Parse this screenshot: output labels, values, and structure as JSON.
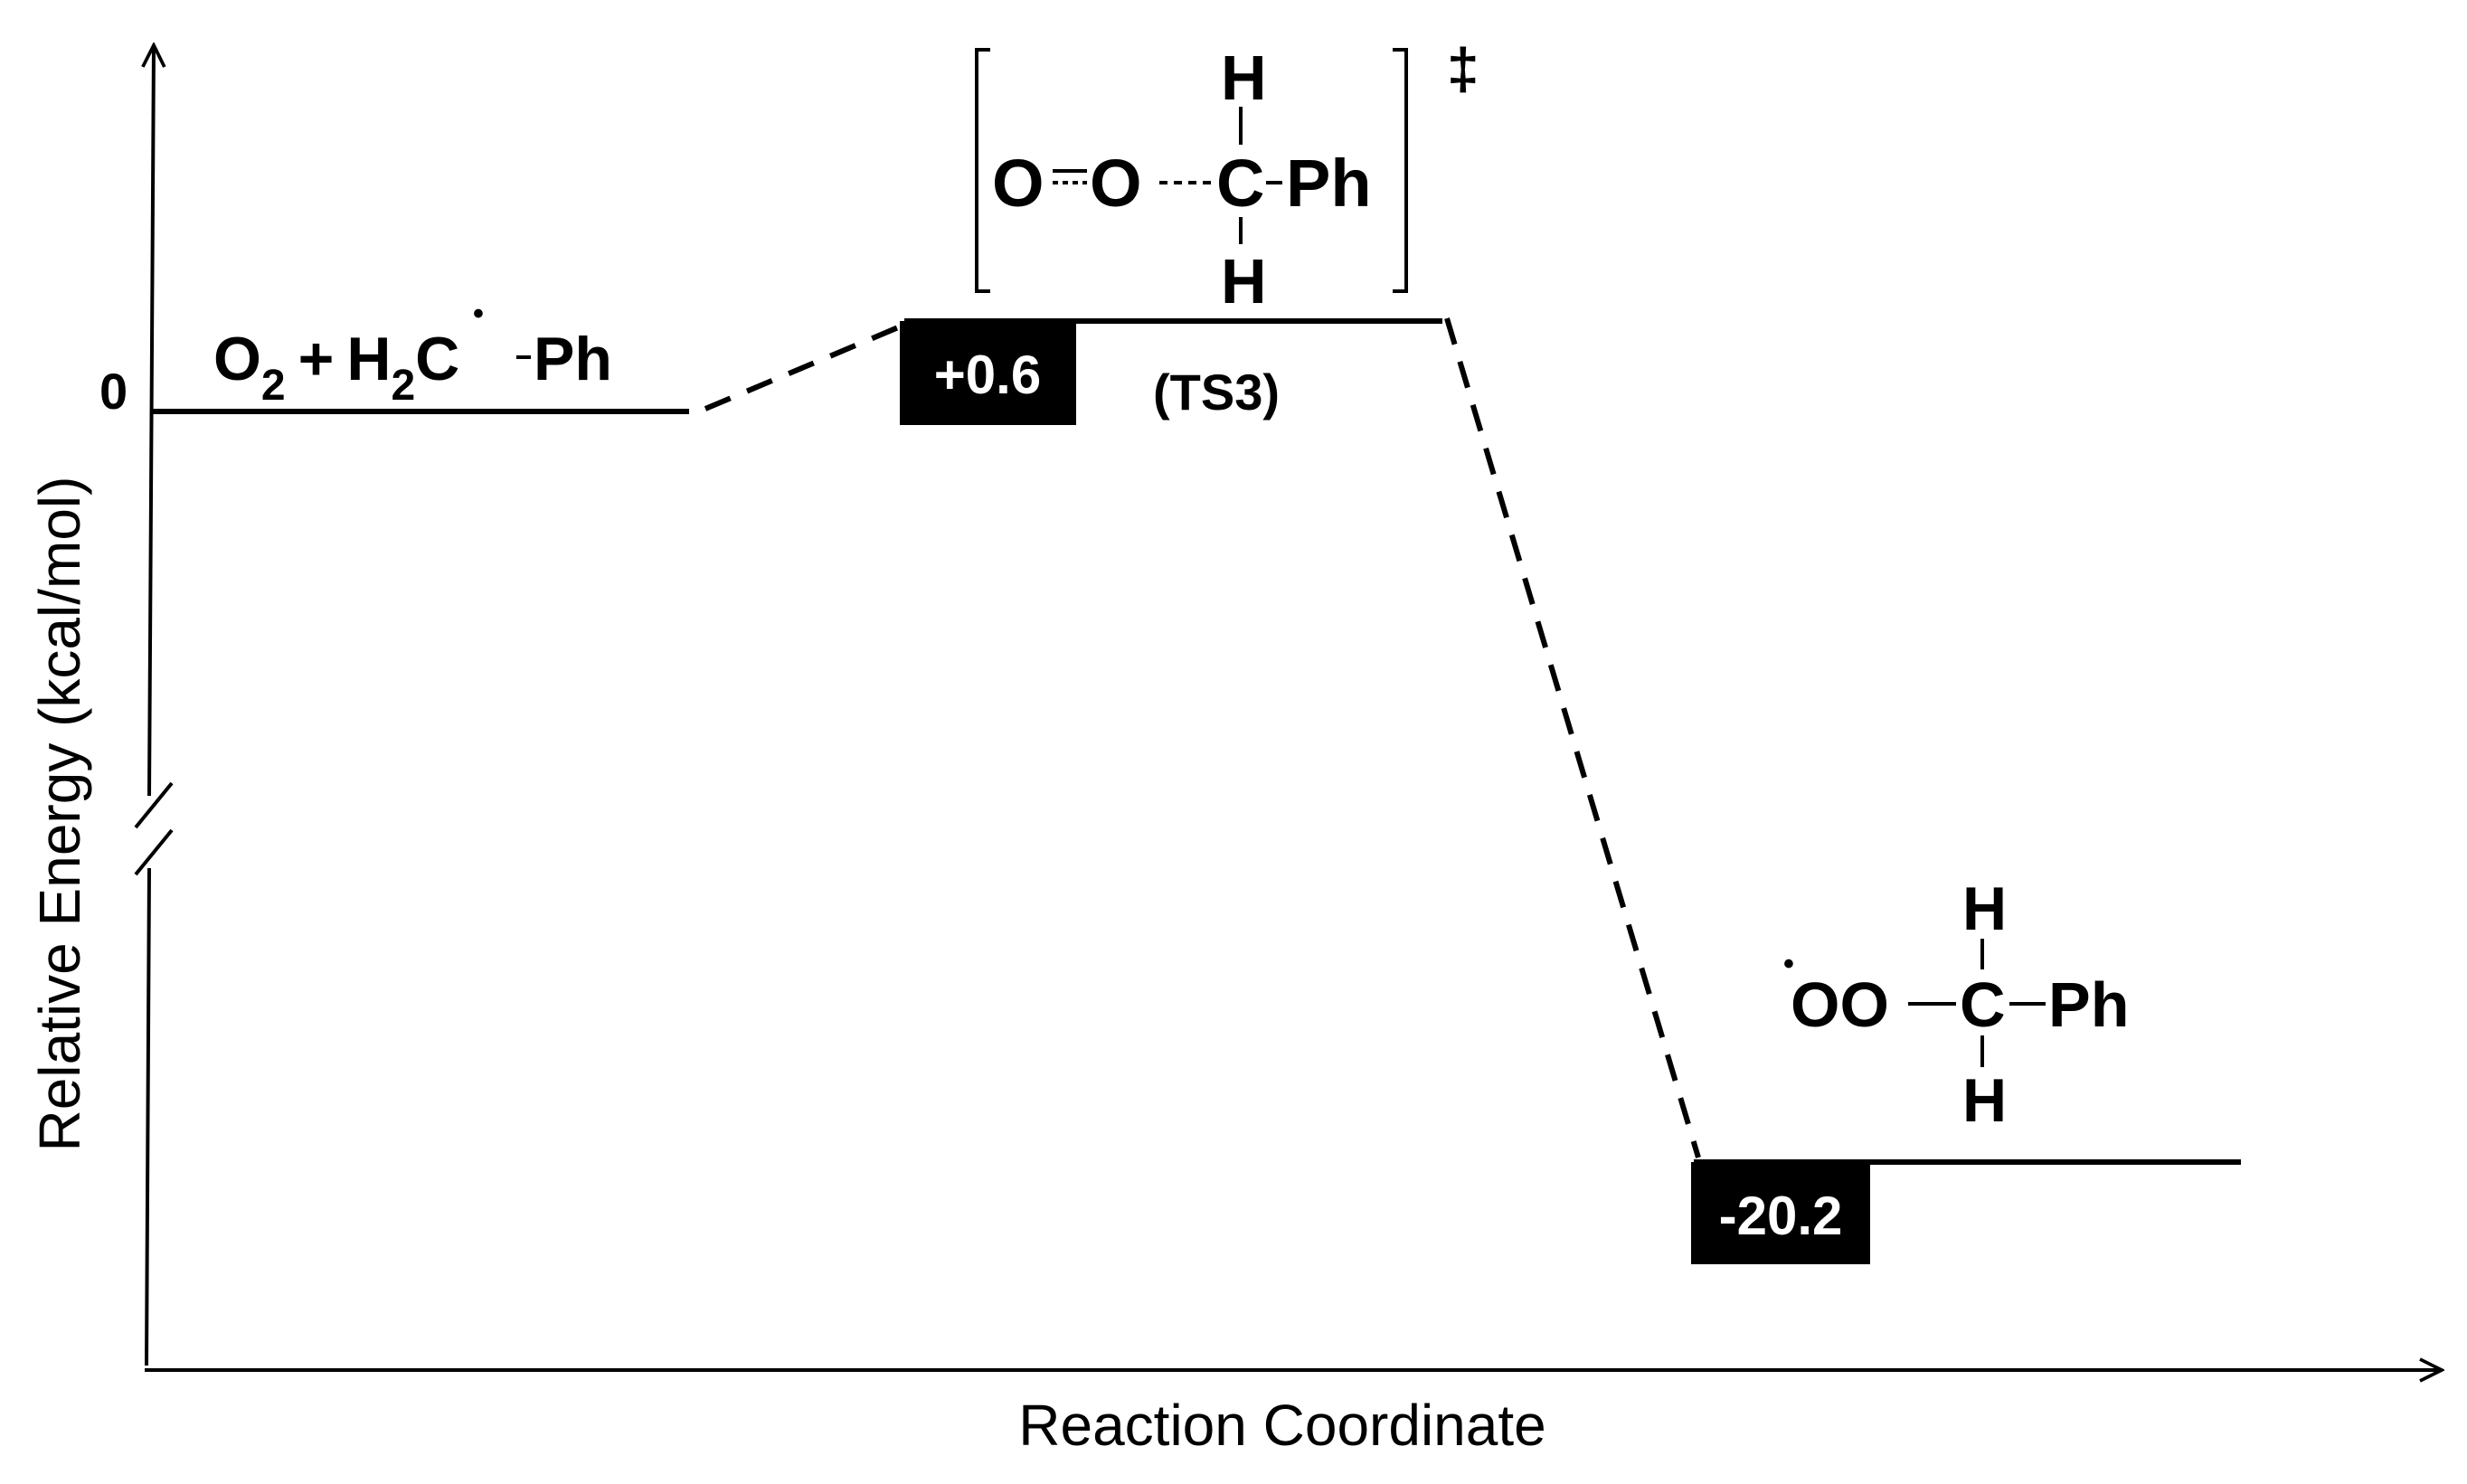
{
  "axes": {
    "ylabel": "Relative Energy (kcal/mol)",
    "xlabel": "Reaction Coordinate",
    "zero_tick": "0"
  },
  "reactant": {
    "o2_symbol": "O",
    "o2_subscript": "2",
    "plus": "+",
    "h": "H",
    "h_subscript": "2",
    "radical_carbon": "C",
    "radical_dot": "•",
    "ph": "Ph"
  },
  "transition_state": {
    "energy_label": "+0.6",
    "name": "(TS3)",
    "double_dagger": "‡",
    "atoms": {
      "o1": "O",
      "o2": "O",
      "c": "C",
      "ph": "Ph",
      "h_top": "H",
      "h_bottom": "H"
    }
  },
  "product": {
    "energy_label": "-20.2",
    "radical_dot": "•",
    "oo": "OO",
    "c": "C",
    "ph": "Ph",
    "h_top": "H",
    "h_bottom": "H"
  },
  "chart_data": {
    "type": "energy-profile",
    "ylabel": "Relative Energy (kcal/mol)",
    "xlabel": "Reaction Coordinate",
    "y_axis_break": true,
    "states": [
      {
        "name": "O2 + H2C•-Ph",
        "energy": 0
      },
      {
        "name": "(TS3)",
        "energy": 0.6
      },
      {
        "name": "•OO-CH2-Ph",
        "energy": -20.2
      }
    ]
  }
}
